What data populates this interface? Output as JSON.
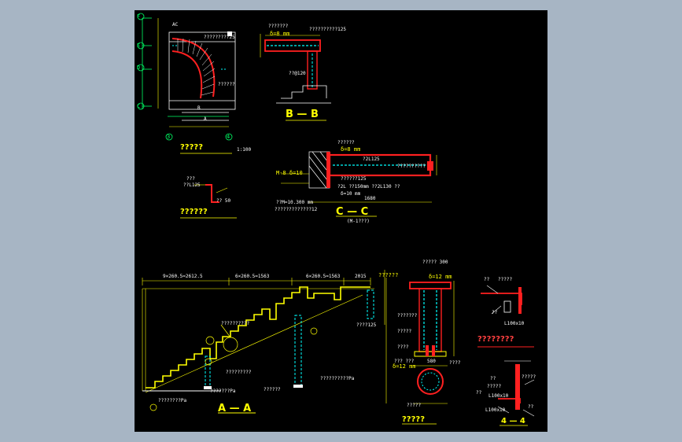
{
  "viewport": {
    "background": "#a7b5c4",
    "drawing_background": "#000000"
  },
  "colors": {
    "steel": "#ff2020",
    "dim": "#ffff00",
    "grid": "#00ff66",
    "note": "#ffffff",
    "cyan": "#00ffff"
  },
  "plan": {
    "title": "?????",
    "scale": "1:100",
    "axes_left": [
      "F",
      "E",
      "D",
      "C"
    ],
    "axes_bottom": [
      "3",
      "4"
    ],
    "labels": [
      "AC",
      "?????????25",
      "??????",
      "B",
      "A"
    ]
  },
  "section_bb": {
    "title": "B — B",
    "labels": [
      "???????",
      "δ=8 mm",
      "??????????125",
      "??@120"
    ]
  },
  "section_cc": {
    "title": "C — C",
    "subtitle": "(M-1???)",
    "labels": [
      "??????",
      "δ=8 mm",
      "??????????",
      "M-8 δ=10",
      "?2L125",
      "??????125",
      "?2L ??150mm ??2L130 ??",
      "δ=10 mm",
      "??M=10.300 mm",
      "?????????????12",
      "1680"
    ]
  },
  "detail_small": {
    "title": "??????",
    "labels": [
      "???",
      "??L125",
      "?? 50"
    ]
  },
  "section_aa": {
    "title": "A — A",
    "top_dims": [
      "9×260.5=2612.5",
      "6×260.5=1563",
      "6×260.5=1563",
      "2015"
    ],
    "labels": [
      "??????????",
      "?????????",
      "??????????Pa",
      "???????Pa",
      "????????Pa",
      "??????",
      "????125",
      "??????"
    ]
  },
  "column_detail": {
    "title": "?????",
    "labels": [
      "????? 300",
      "δ=12 mm",
      "???????",
      "?????",
      "????",
      "??? ???",
      "δ=12 mm",
      "?????",
      "580",
      "????"
    ]
  },
  "detail_44": {
    "title": "4 — 4",
    "labels": [
      "??",
      "?????",
      "L100x10",
      "?????",
      "??",
      "L100x10",
      "??"
    ]
  },
  "detail_44_upper": {
    "title": "????????",
    "labels": [
      "??",
      "?????",
      "??",
      "L100x10"
    ]
  }
}
